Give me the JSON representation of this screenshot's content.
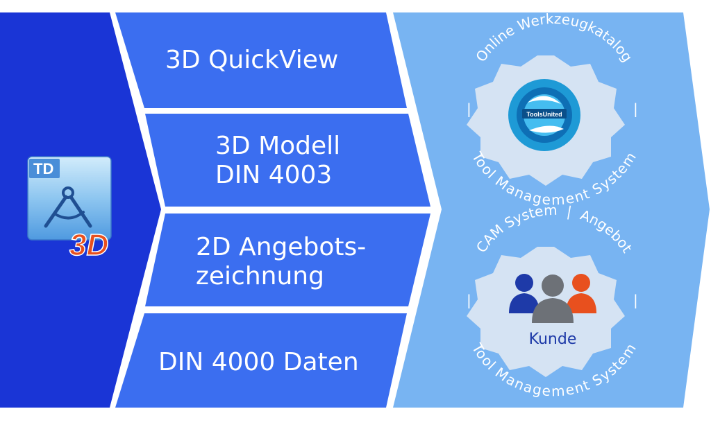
{
  "colors": {
    "dark_blue": "#1a35d6",
    "mid_blue": "#3b6ef0",
    "light_blue": "#78b4f2",
    "badge_gray": "#d5e3f3",
    "orange": "#e8501e"
  },
  "app_icon": {
    "badge": "TD",
    "label": "3D",
    "icon": "compass-icon"
  },
  "steps": [
    {
      "lines": [
        "3D QuickView"
      ]
    },
    {
      "lines": [
        "3D Modell",
        "DIN 4003"
      ]
    },
    {
      "lines": [
        "2D Angebots-",
        "zeichnung"
      ]
    },
    {
      "lines": [
        "DIN 4000 Daten"
      ]
    }
  ],
  "badges": {
    "top": {
      "arc_upper": "Online Werkzeugkatalog",
      "arc_lower": "Tool Management System",
      "separator": "|",
      "logo_text": "ToolsUnited",
      "icon": "toolsunited-logo-icon"
    },
    "bottom": {
      "arc_upper": "CAM System  |  Angebot",
      "arc_lower": "Tool Management System",
      "separator": "|",
      "center_label": "Kunde",
      "icon": "people-group-icon"
    }
  }
}
